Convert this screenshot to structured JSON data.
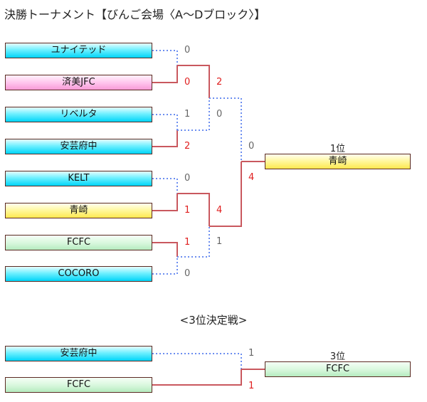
{
  "title": "決勝トーナメント【びんご会場〈A～Dブロック〉】",
  "teams": [
    {
      "name": "ユナイテッド",
      "color": "cyan"
    },
    {
      "name": "済美JFC",
      "color": "pink"
    },
    {
      "name": "リベルタ",
      "color": "cyan"
    },
    {
      "name": "安芸府中",
      "color": "cyan"
    },
    {
      "name": "KELT",
      "color": "cyan"
    },
    {
      "name": "青崎",
      "color": "yellow"
    },
    {
      "name": "FCFC",
      "color": "green"
    },
    {
      "name": "COCORO",
      "color": "cyan"
    }
  ],
  "scores": {
    "r1": [
      "0",
      "0",
      "1",
      "2",
      "0",
      "1",
      "1",
      "0"
    ],
    "sf": [
      "2",
      "0",
      "4",
      "1"
    ],
    "final": [
      "0",
      "4"
    ]
  },
  "winner": {
    "rank_label": "1位",
    "name": "青崎",
    "color": "yellow"
  },
  "third_place": {
    "title": "<3位決定戦>",
    "teams": [
      {
        "name": "安芸府中",
        "color": "cyan"
      },
      {
        "name": "FCFC",
        "color": "green"
      }
    ],
    "scores": [
      "1",
      "1"
    ],
    "winner": {
      "rank_label": "3位",
      "name": "FCFC",
      "color": "green"
    }
  },
  "colors": {
    "winning_line": "#c9585e",
    "losing_line": "#6c8ef0",
    "winning_score": "#e02020",
    "losing_score": "#666666"
  }
}
